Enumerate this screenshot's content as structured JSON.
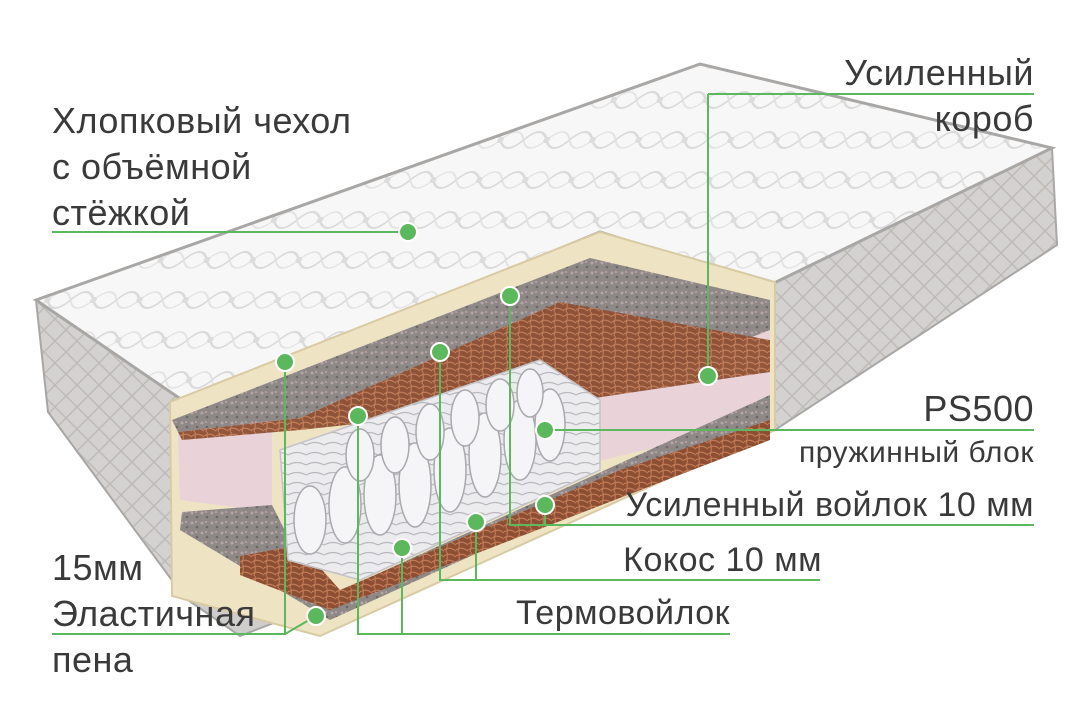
{
  "labels": {
    "cover": [
      "Хлопковый чехол",
      "с объёмной",
      "стёжкой"
    ],
    "box": [
      "Усиленный",
      "короб"
    ],
    "spring_block_title": "PS500",
    "spring_block_sub": "пружинный блок",
    "felt": "Усиленный войлок 10 мм",
    "coconut": "Кокос 10 мм",
    "thermofelt": "Термовойлок",
    "foam": [
      "15мм",
      "Эластичная",
      "пена"
    ]
  },
  "colors": {
    "callout": "#5cb85c",
    "text": "#3a3a3a",
    "cover": "#f4f4f4",
    "side": "#cfcdcb",
    "foam": "#f0e6c8",
    "box_foam": "#e9d3d8",
    "coconut": "#9a5a3c",
    "felt": "#8f8a88",
    "spring": "#e8e8ea"
  }
}
